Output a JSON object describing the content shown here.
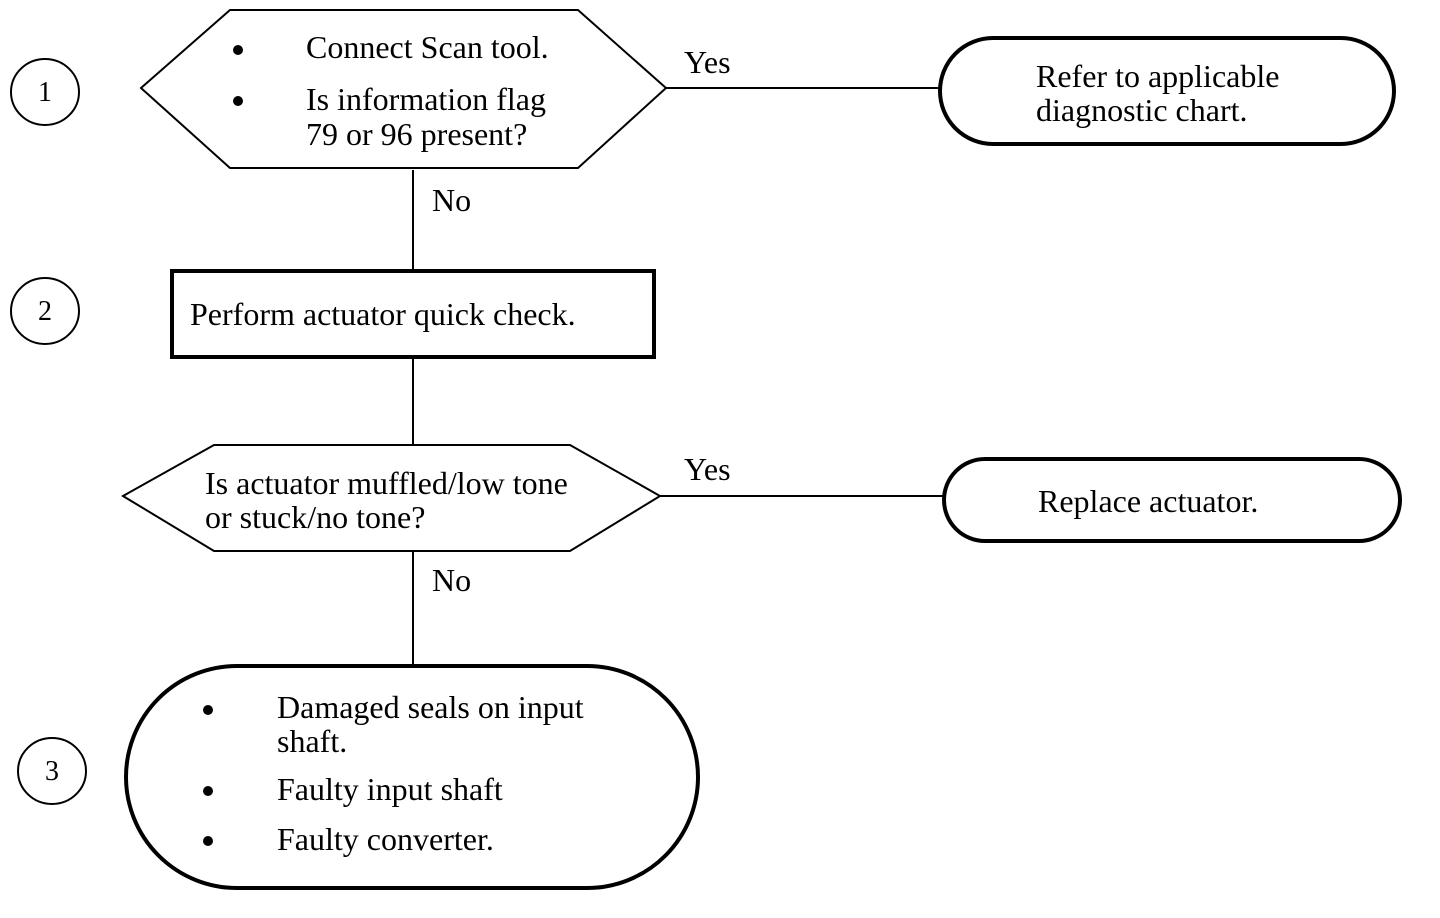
{
  "steps": [
    {
      "number": "1"
    },
    {
      "number": "2"
    },
    {
      "number": "3"
    }
  ],
  "decision1": {
    "lines": [
      "Connect Scan tool.",
      "Is information flag",
      "79 or 96 present?"
    ],
    "yes_label": "Yes",
    "no_label": "No"
  },
  "result1": {
    "lines": [
      "Refer to applicable",
      "diagnostic chart."
    ]
  },
  "action2": {
    "text": "Perform actuator quick check."
  },
  "decision2": {
    "lines": [
      "Is actuator muffled/low tone",
      "or stuck/no tone?"
    ],
    "yes_label": "Yes",
    "no_label": "No"
  },
  "result2": {
    "text": "Replace actuator."
  },
  "causes": {
    "lines": [
      "Damaged seals on input",
      "shaft.",
      "Faulty input shaft",
      "Faulty converter."
    ]
  }
}
